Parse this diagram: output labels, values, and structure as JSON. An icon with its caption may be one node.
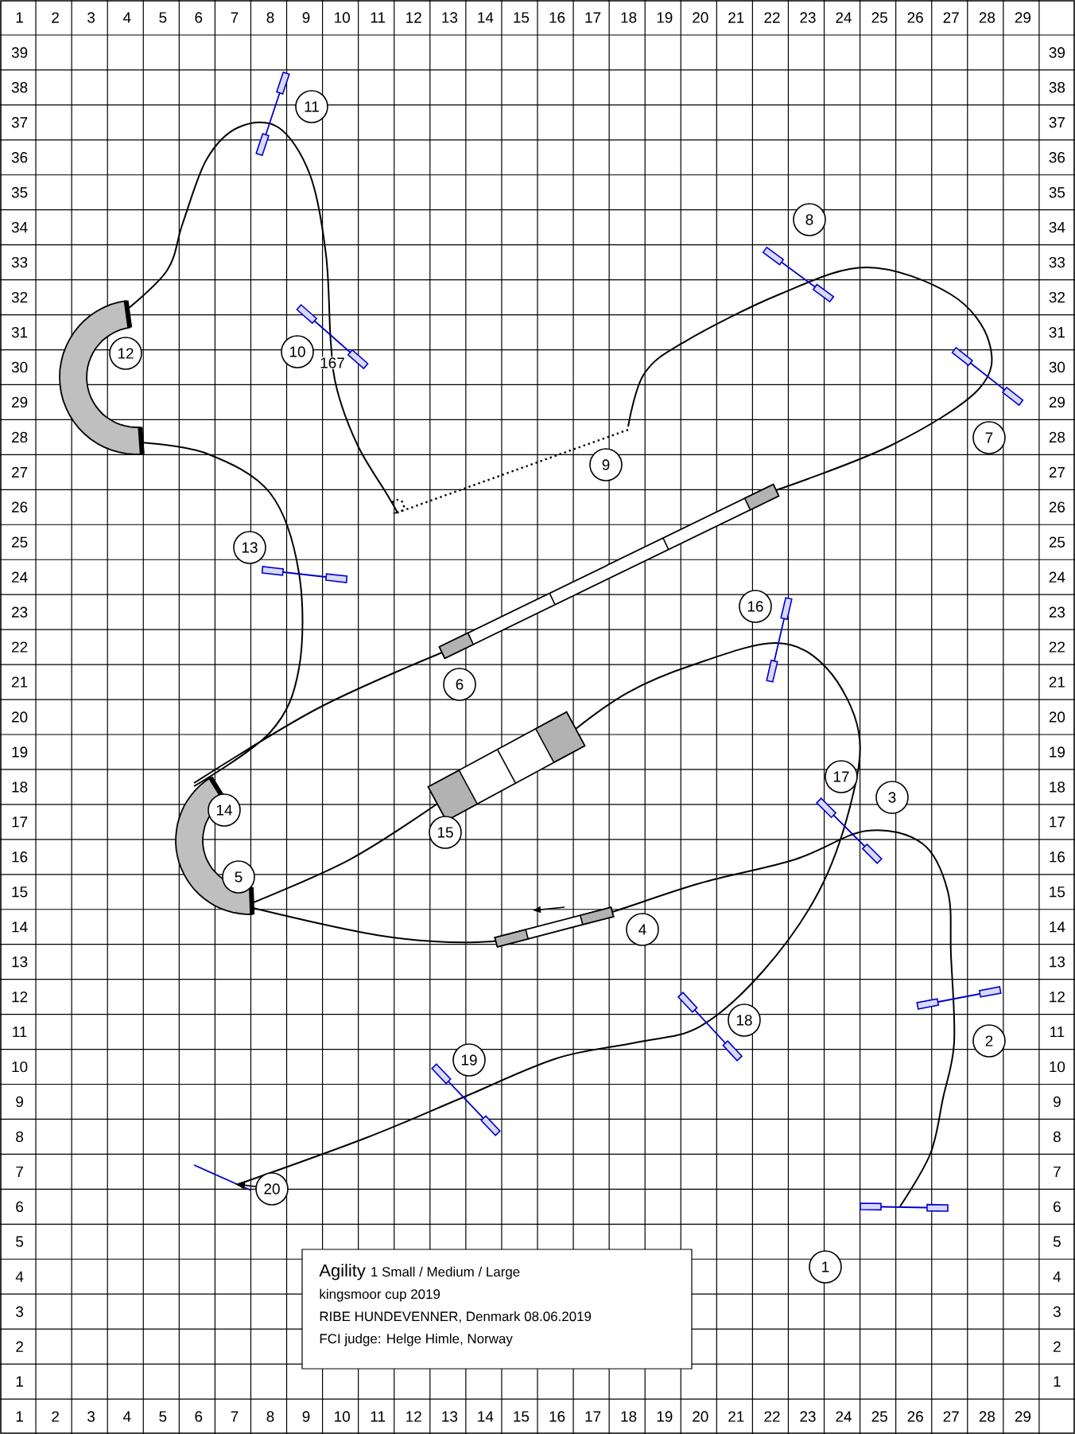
{
  "diagram": {
    "nodes": [
      {
        "text": [
          "1"
        ]
      },
      {
        "text": [
          "2"
        ]
      },
      {
        "text": [
          "3"
        ]
      },
      {
        "text": [
          "4"
        ]
      },
      {
        "text": [
          "5"
        ]
      },
      {
        "text": [
          "6"
        ]
      },
      {
        "text": [
          "7"
        ]
      },
      {
        "text": [
          "8"
        ]
      },
      {
        "text": [
          "9"
        ]
      },
      {
        "text": [
          "10"
        ]
      },
      {
        "text": [
          "11"
        ]
      },
      {
        "text": [
          "12"
        ]
      },
      {
        "text": [
          "13"
        ]
      },
      {
        "text": [
          "14"
        ]
      },
      {
        "text": [
          "15"
        ]
      },
      {
        "text": [
          "16"
        ]
      },
      {
        "text": [
          "17"
        ]
      },
      {
        "text": [
          "18"
        ]
      },
      {
        "text": [
          "19"
        ]
      },
      {
        "text": [
          "20"
        ]
      }
    ],
    "labels": [
      "1",
      "2",
      "3",
      "4",
      "5",
      "6",
      "7",
      "8",
      "9",
      "10",
      "11",
      "12",
      "13",
      "14",
      "15",
      "16",
      "17",
      "18",
      "19",
      "20",
      "21",
      "22",
      "23",
      "24",
      "25",
      "26",
      "27",
      "28",
      "29",
      "39",
      "39",
      "38",
      "38",
      "37",
      "37",
      "36",
      "36",
      "35",
      "35",
      "34",
      "34",
      "33",
      "33",
      "32",
      "32",
      "31",
      "31",
      "30",
      "30",
      "29",
      "29",
      "28",
      "28",
      "27",
      "27",
      "26",
      "26",
      "25",
      "25",
      "24",
      "24",
      "23",
      "23",
      "22",
      "22",
      "21",
      "21",
      "20",
      "20",
      "19",
      "19",
      "18",
      "18",
      "17",
      "17",
      "16",
      "16",
      "15",
      "15",
      "14",
      "14",
      "13",
      "13",
      "12",
      "12",
      "11",
      "11",
      "10",
      "10",
      "9",
      "9",
      "8",
      "8",
      "7",
      "7",
      "6",
      "6",
      "5",
      "5",
      "4",
      "4",
      "3",
      "3",
      "2",
      "2",
      "1",
      "1",
      "167",
      "Agility",
      "1 Small / Medium / Large",
      "kingsmoor cup 2019",
      "RIBE HUNDEVENNER, Denmark 08.06.2019",
      "FCI judge: Helge Himle, Norway",
      "1",
      "2",
      "3",
      "4",
      "5",
      "6",
      "7",
      "8",
      "9",
      "10",
      "11",
      "12",
      "13",
      "14",
      "15",
      "16",
      "17",
      "18",
      "19",
      "20",
      "21",
      "22",
      "23",
      "24",
      "25",
      "26",
      "27",
      "28",
      "29"
    ]
  }
}
